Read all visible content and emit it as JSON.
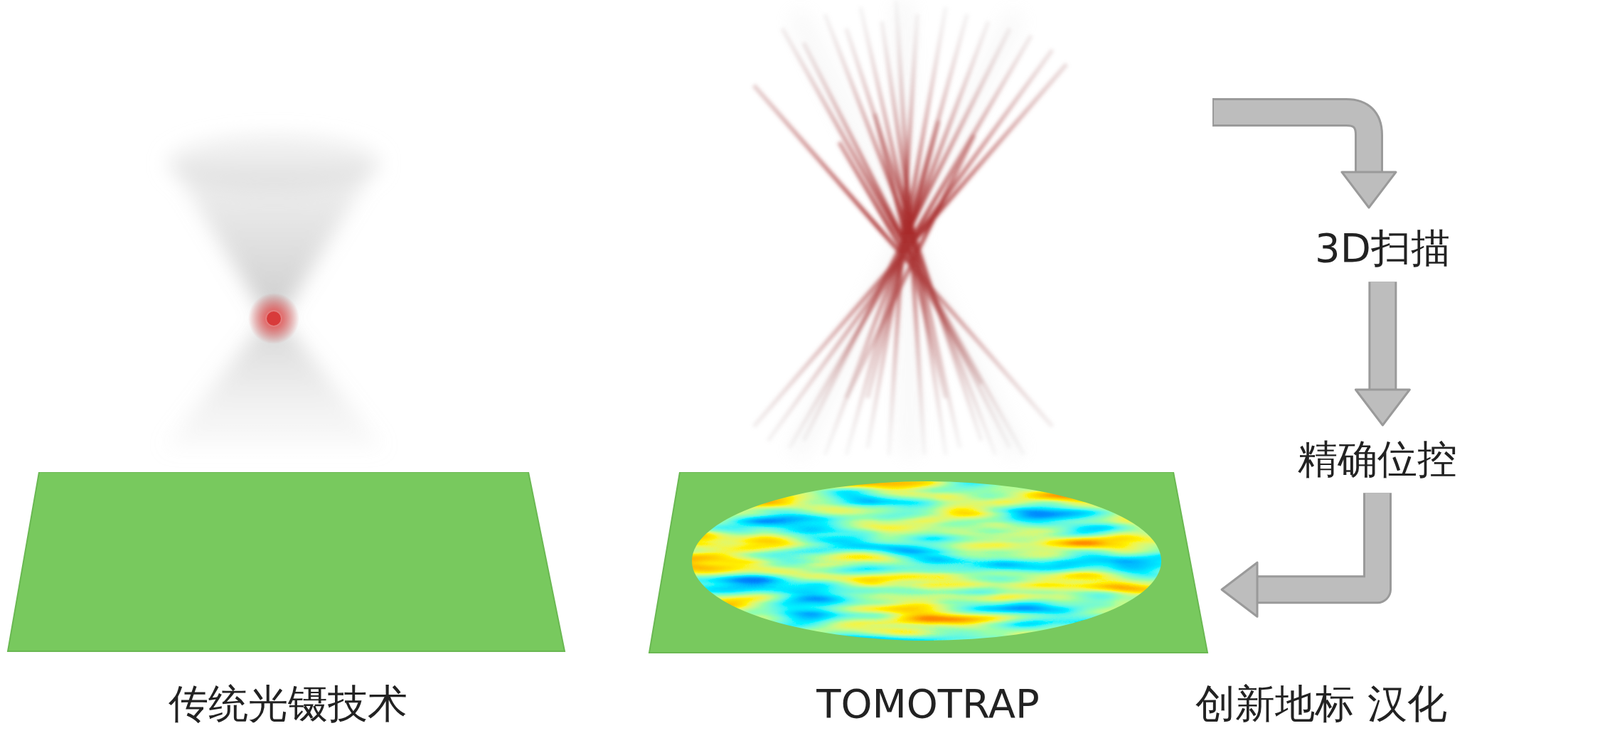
{
  "diagram": {
    "nodes": [
      {
        "text": [
          "传统光镊技术"
        ]
      },
      {
        "text": [
          "TOMOTRAP"
        ]
      },
      {
        "text": [
          "3D扫描"
        ]
      },
      {
        "text": [
          "精确位控"
        ]
      }
    ],
    "edges": [
      {
        "from": 2,
        "to": 3,
        "arrow": "to"
      },
      {
        "from": 3,
        "to": 1,
        "arrow": "to"
      }
    ],
    "labels": [
      "创新地标 汉化"
    ]
  }
}
